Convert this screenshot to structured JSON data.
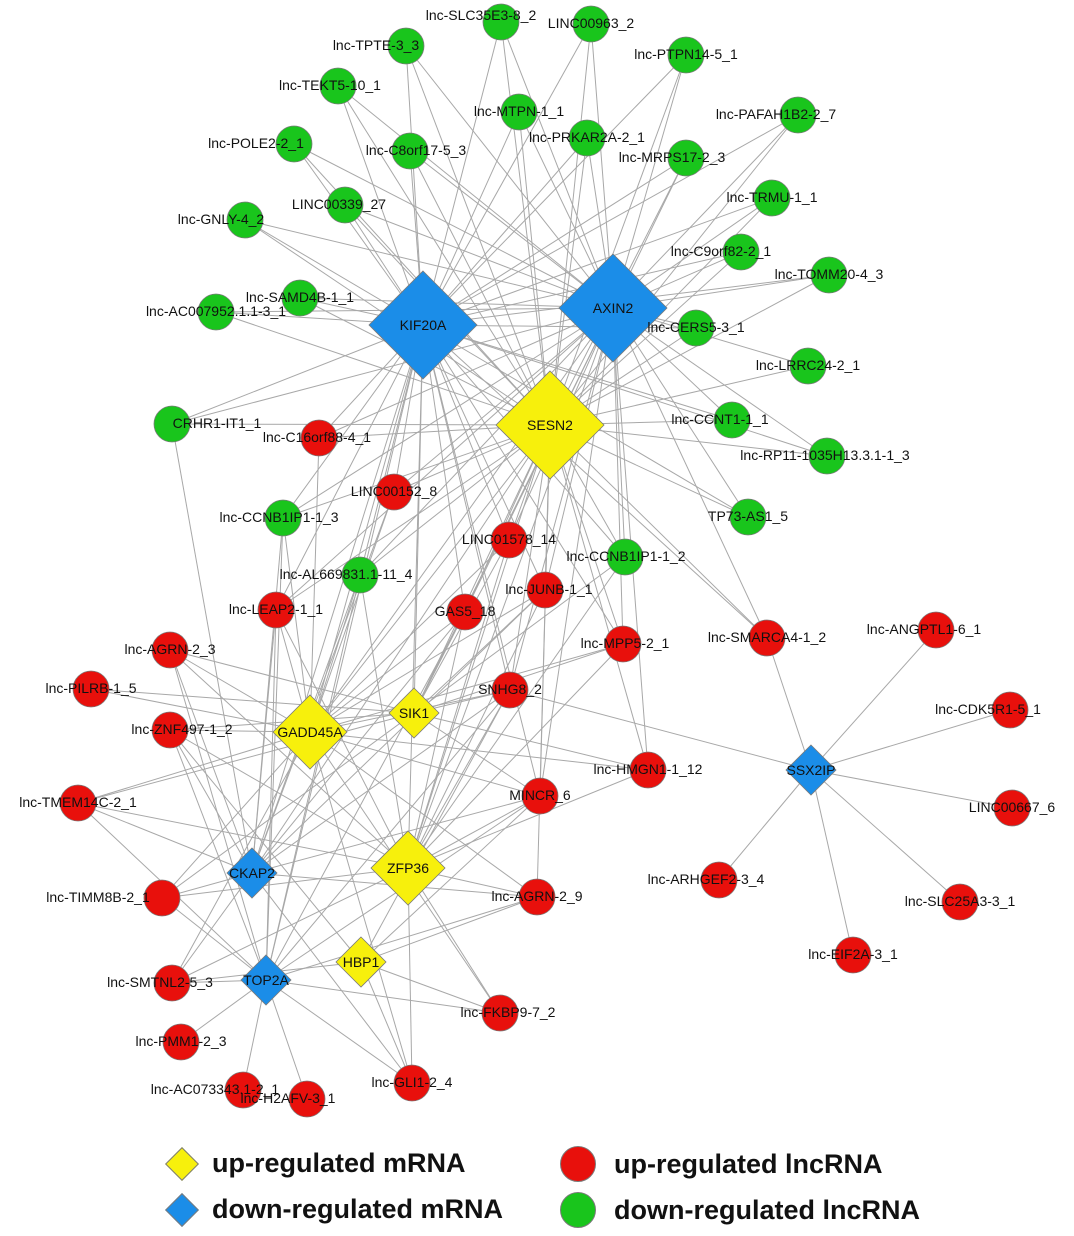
{
  "colors": {
    "up_mrna": "#f7f00c",
    "down_mrna": "#1b8de8",
    "up_lncrna": "#e8100c",
    "down_lncrna": "#19c51c",
    "edge": "#a8a8a8",
    "node_stroke": "#7a7a7a"
  },
  "legend": [
    {
      "label": "up-regulated mRNA",
      "shape": "diamond",
      "category": "up_mrna"
    },
    {
      "label": "up-regulated lncRNA",
      "shape": "circle",
      "category": "up_lncrna"
    },
    {
      "label": "down-regulated mRNA",
      "shape": "diamond",
      "category": "down_mrna"
    },
    {
      "label": "down-regulated lncRNA",
      "shape": "circle",
      "category": "down_lncrna"
    }
  ],
  "nodes": [
    {
      "id": "KIF20A",
      "label": "KIF20A",
      "type": "down_mrna",
      "shape": "diamond",
      "size": "large"
    },
    {
      "id": "AXIN2",
      "label": "AXIN2",
      "type": "down_mrna",
      "shape": "diamond",
      "size": "large"
    },
    {
      "id": "SESN2",
      "label": "SESN2",
      "type": "up_mrna",
      "shape": "diamond",
      "size": "large"
    },
    {
      "id": "GADD45A",
      "label": "GADD45A",
      "type": "up_mrna",
      "shape": "diamond",
      "size": "medium"
    },
    {
      "id": "SIK1",
      "label": "SIK1",
      "type": "up_mrna",
      "shape": "diamond",
      "size": "small"
    },
    {
      "id": "ZFP36",
      "label": "ZFP36",
      "type": "up_mrna",
      "shape": "diamond",
      "size": "medium"
    },
    {
      "id": "HBP1",
      "label": "HBP1",
      "type": "up_mrna",
      "shape": "diamond",
      "size": "small"
    },
    {
      "id": "CKAP2",
      "label": "CKAP2",
      "type": "down_mrna",
      "shape": "diamond",
      "size": "small"
    },
    {
      "id": "TOP2A",
      "label": "TOP2A",
      "type": "down_mrna",
      "shape": "diamond",
      "size": "small"
    },
    {
      "id": "SSX2IP",
      "label": "SSX2IP",
      "type": "down_mrna",
      "shape": "diamond",
      "size": "small"
    },
    {
      "id": "SLC35E3",
      "label": "lnc-SLC35E3-8_2",
      "type": "down_lncrna",
      "shape": "circle"
    },
    {
      "id": "LINC00963",
      "label": "LINC00963_2",
      "type": "down_lncrna",
      "shape": "circle"
    },
    {
      "id": "TPTE",
      "label": "lnc-TPTE-3_3",
      "type": "down_lncrna",
      "shape": "circle"
    },
    {
      "id": "PTPN14",
      "label": "lnc-PTPN14-5_1",
      "type": "down_lncrna",
      "shape": "circle"
    },
    {
      "id": "TEKT5",
      "label": "lnc-TEKT5-10_1",
      "type": "down_lncrna",
      "shape": "circle"
    },
    {
      "id": "MTPN",
      "label": "lnc-MTPN-1_1",
      "type": "down_lncrna",
      "shape": "circle"
    },
    {
      "id": "PAFAH1B2",
      "label": "lnc-PAFAH1B2-2_7",
      "type": "down_lncrna",
      "shape": "circle"
    },
    {
      "id": "PRKAR2A",
      "label": "lnc-PRKAR2A-2_1",
      "type": "down_lncrna",
      "shape": "circle"
    },
    {
      "id": "POLE2",
      "label": "lnc-POLE2-2_1",
      "type": "down_lncrna",
      "shape": "circle"
    },
    {
      "id": "C8orf17",
      "label": "lnc-C8orf17-5_3",
      "type": "down_lncrna",
      "shape": "circle"
    },
    {
      "id": "MRPS17",
      "label": "lnc-MRPS17-2_3",
      "type": "down_lncrna",
      "shape": "circle"
    },
    {
      "id": "LINC00339",
      "label": "LINC00339_27",
      "type": "down_lncrna",
      "shape": "circle"
    },
    {
      "id": "TRMU",
      "label": "lnc-TRMU-1_1",
      "type": "down_lncrna",
      "shape": "circle"
    },
    {
      "id": "GNLY",
      "label": "lnc-GNLY-4_2",
      "type": "down_lncrna",
      "shape": "circle"
    },
    {
      "id": "C9orf82",
      "label": "lnc-C9orf82-2_1",
      "type": "down_lncrna",
      "shape": "circle"
    },
    {
      "id": "TOMM20",
      "label": "lnc-TOMM20-4_3",
      "type": "down_lncrna",
      "shape": "circle"
    },
    {
      "id": "SAMD4B",
      "label": "lnc-SAMD4B-1_1",
      "type": "down_lncrna",
      "shape": "circle"
    },
    {
      "id": "AC007952",
      "label": "lnc-AC007952.1.1-3_1",
      "type": "down_lncrna",
      "shape": "circle"
    },
    {
      "id": "CERS5",
      "label": "lnc-CERS5-3_1",
      "type": "down_lncrna",
      "shape": "circle"
    },
    {
      "id": "LRRC24",
      "label": "lnc-LRRC24-2_1",
      "type": "down_lncrna",
      "shape": "circle"
    },
    {
      "id": "CRHR1",
      "label": "CRHR1-IT1_1",
      "type": "down_lncrna",
      "shape": "circle"
    },
    {
      "id": "CCNT1",
      "label": "lnc-CCNT1-1_1",
      "type": "down_lncrna",
      "shape": "circle"
    },
    {
      "id": "RP11",
      "label": "lnc-RP11-1035H13.3.1-1_3",
      "type": "down_lncrna",
      "shape": "circle"
    },
    {
      "id": "TP73AS1",
      "label": "TP73-AS1_5",
      "type": "down_lncrna",
      "shape": "circle"
    },
    {
      "id": "CCNB1IP1_3",
      "label": "lnc-CCNB1IP1-1_3",
      "type": "down_lncrna",
      "shape": "circle"
    },
    {
      "id": "AL669831",
      "label": "lnc-AL669831.1-11_4",
      "type": "down_lncrna",
      "shape": "circle"
    },
    {
      "id": "CCNB1IP1_2",
      "label": "lnc-CCNB1IP1-1_2",
      "type": "down_lncrna",
      "shape": "circle"
    },
    {
      "id": "C16orf88",
      "label": "lnc-C16orf88-4_1",
      "type": "up_lncrna",
      "shape": "circle"
    },
    {
      "id": "LINC00152",
      "label": "LINC00152_8",
      "type": "up_lncrna",
      "shape": "circle"
    },
    {
      "id": "LINC01578",
      "label": "LINC01578_14",
      "type": "up_lncrna",
      "shape": "circle"
    },
    {
      "id": "JUNB",
      "label": "lnc-JUNB-1_1",
      "type": "up_lncrna",
      "shape": "circle"
    },
    {
      "id": "LEAP2",
      "label": "lnc-LEAP2-1_1",
      "type": "up_lncrna",
      "shape": "circle"
    },
    {
      "id": "GAS5",
      "label": "GAS5_18",
      "type": "up_lncrna",
      "shape": "circle"
    },
    {
      "id": "MPP5",
      "label": "lnc-MPP5-2_1",
      "type": "up_lncrna",
      "shape": "circle"
    },
    {
      "id": "SMARCA4",
      "label": "lnc-SMARCA4-1_2",
      "type": "up_lncrna",
      "shape": "circle"
    },
    {
      "id": "AGRN23",
      "label": "lnc-AGRN-2_3",
      "type": "up_lncrna",
      "shape": "circle"
    },
    {
      "id": "ANGPTL1",
      "label": "lnc-ANGPTL1-6_1",
      "type": "up_lncrna",
      "shape": "circle"
    },
    {
      "id": "PILRB",
      "label": "lnc-PILRB-1_5",
      "type": "up_lncrna",
      "shape": "circle"
    },
    {
      "id": "SNHG8",
      "label": "SNHG8_2",
      "type": "up_lncrna",
      "shape": "circle"
    },
    {
      "id": "CDK5R1",
      "label": "lnc-CDK5R1-5_1",
      "type": "up_lncrna",
      "shape": "circle"
    },
    {
      "id": "ZNF497",
      "label": "lnc-ZNF497-1_2",
      "type": "up_lncrna",
      "shape": "circle"
    },
    {
      "id": "HMGN1",
      "label": "lnc-HMGN1-1_12",
      "type": "up_lncrna",
      "shape": "circle"
    },
    {
      "id": "TMEM14C",
      "label": "lnc-TMEM14C-2_1",
      "type": "up_lncrna",
      "shape": "circle"
    },
    {
      "id": "MINCR",
      "label": "MINCR_6",
      "type": "up_lncrna",
      "shape": "circle"
    },
    {
      "id": "LINC00667",
      "label": "LINC00667_6",
      "type": "up_lncrna",
      "shape": "circle"
    },
    {
      "id": "ARHGEF2",
      "label": "lnc-ARHGEF2-3_4",
      "type": "up_lncrna",
      "shape": "circle"
    },
    {
      "id": "TIMM8B",
      "label": "lnc-TIMM8B-2_1",
      "type": "up_lncrna",
      "shape": "circle"
    },
    {
      "id": "AGRN29",
      "label": "lnc-AGRN-2_9",
      "type": "up_lncrna",
      "shape": "circle"
    },
    {
      "id": "SLC25A3",
      "label": "lnc-SLC25A3-3_1",
      "type": "up_lncrna",
      "shape": "circle"
    },
    {
      "id": "EIF2A",
      "label": "lnc-EIF2A-3_1",
      "type": "up_lncrna",
      "shape": "circle"
    },
    {
      "id": "SMTNL2",
      "label": "lnc-SMTNL2-5_3",
      "type": "up_lncrna",
      "shape": "circle"
    },
    {
      "id": "FKBP9",
      "label": "lnc-FKBP9-7_2",
      "type": "up_lncrna",
      "shape": "circle"
    },
    {
      "id": "PMM1",
      "label": "lnc-PMM1-2_3",
      "type": "up_lncrna",
      "shape": "circle"
    },
    {
      "id": "GLI1",
      "label": "lnc-GLI1-2_4",
      "type": "up_lncrna",
      "shape": "circle"
    },
    {
      "id": "AC073343",
      "label": "lnc-AC073343.1-2_1",
      "type": "up_lncrna",
      "shape": "circle"
    },
    {
      "id": "H2AFV",
      "label": "lnc-H2AFV-3_1",
      "type": "up_lncrna",
      "shape": "circle"
    }
  ],
  "edges": [
    [
      "KIF20A",
      "SLC35E3"
    ],
    [
      "KIF20A",
      "TPTE"
    ],
    [
      "KIF20A",
      "TEKT5"
    ],
    [
      "KIF20A",
      "MTPN"
    ],
    [
      "KIF20A",
      "POLE2"
    ],
    [
      "KIF20A",
      "C8orf17"
    ],
    [
      "KIF20A",
      "LINC00339"
    ],
    [
      "KIF20A",
      "GNLY"
    ],
    [
      "KIF20A",
      "SAMD4B"
    ],
    [
      "KIF20A",
      "AC007952"
    ],
    [
      "KIF20A",
      "PRKAR2A"
    ],
    [
      "KIF20A",
      "MRPS17"
    ],
    [
      "KIF20A",
      "C9orf82"
    ],
    [
      "KIF20A",
      "TRMU"
    ],
    [
      "KIF20A",
      "CERS5"
    ],
    [
      "KIF20A",
      "CCNT1"
    ],
    [
      "KIF20A",
      "RP11"
    ],
    [
      "KIF20A",
      "TP73AS1"
    ],
    [
      "KIF20A",
      "CRHR1"
    ],
    [
      "KIF20A",
      "C16orf88"
    ],
    [
      "KIF20A",
      "LINC00152"
    ],
    [
      "KIF20A",
      "CCNB1IP1_3"
    ],
    [
      "KIF20A",
      "AL669831"
    ],
    [
      "KIF20A",
      "LINC01578"
    ],
    [
      "KIF20A",
      "LEAP2"
    ],
    [
      "KIF20A",
      "GAS5"
    ],
    [
      "KIF20A",
      "JUNB"
    ],
    [
      "KIF20A",
      "MPP5"
    ],
    [
      "KIF20A",
      "SMARCA4"
    ],
    [
      "KIF20A",
      "CCNB1IP1_2"
    ],
    [
      "KIF20A",
      "GADD45A"
    ],
    [
      "KIF20A",
      "SIK1"
    ],
    [
      "KIF20A",
      "SNHG8"
    ],
    [
      "KIF20A",
      "MINCR"
    ],
    [
      "KIF20A",
      "CKAP2"
    ],
    [
      "KIF20A",
      "TOP2A"
    ],
    [
      "KIF20A",
      "ZFP36"
    ],
    [
      "KIF20A",
      "LINC00963"
    ],
    [
      "KIF20A",
      "PTPN14"
    ],
    [
      "KIF20A",
      "PAFAH1B2"
    ],
    [
      "KIF20A",
      "TOMM20"
    ],
    [
      "AXIN2",
      "SLC35E3"
    ],
    [
      "AXIN2",
      "LINC00963"
    ],
    [
      "AXIN2",
      "TPTE"
    ],
    [
      "AXIN2",
      "PTPN14"
    ],
    [
      "AXIN2",
      "TEKT5"
    ],
    [
      "AXIN2",
      "MTPN"
    ],
    [
      "AXIN2",
      "PAFAH1B2"
    ],
    [
      "AXIN2",
      "PRKAR2A"
    ],
    [
      "AXIN2",
      "POLE2"
    ],
    [
      "AXIN2",
      "C8orf17"
    ],
    [
      "AXIN2",
      "MRPS17"
    ],
    [
      "AXIN2",
      "LINC00339"
    ],
    [
      "AXIN2",
      "TRMU"
    ],
    [
      "AXIN2",
      "GNLY"
    ],
    [
      "AXIN2",
      "C9orf82"
    ],
    [
      "AXIN2",
      "TOMM20"
    ],
    [
      "AXIN2",
      "SAMD4B"
    ],
    [
      "AXIN2",
      "AC007952"
    ],
    [
      "AXIN2",
      "CERS5"
    ],
    [
      "AXIN2",
      "LRRC24"
    ],
    [
      "AXIN2",
      "CCNT1"
    ],
    [
      "AXIN2",
      "RP11"
    ],
    [
      "AXIN2",
      "TP73AS1"
    ],
    [
      "AXIN2",
      "CRHR1"
    ],
    [
      "AXIN2",
      "C16orf88"
    ],
    [
      "AXIN2",
      "LINC00152"
    ],
    [
      "AXIN2",
      "CCNB1IP1_3"
    ],
    [
      "AXIN2",
      "AL669831"
    ],
    [
      "AXIN2",
      "LINC01578"
    ],
    [
      "AXIN2",
      "LEAP2"
    ],
    [
      "AXIN2",
      "GAS5"
    ],
    [
      "AXIN2",
      "JUNB"
    ],
    [
      "AXIN2",
      "CCNB1IP1_2"
    ],
    [
      "AXIN2",
      "MPP5"
    ],
    [
      "AXIN2",
      "SMARCA4"
    ],
    [
      "AXIN2",
      "GADD45A"
    ],
    [
      "AXIN2",
      "SIK1"
    ],
    [
      "AXIN2",
      "SNHG8"
    ],
    [
      "AXIN2",
      "HMGN1"
    ],
    [
      "AXIN2",
      "MINCR"
    ],
    [
      "AXIN2",
      "ZFP36"
    ],
    [
      "SESN2",
      "SLC35E3"
    ],
    [
      "SESN2",
      "LINC00963"
    ],
    [
      "SESN2",
      "TPTE"
    ],
    [
      "SESN2",
      "PTPN14"
    ],
    [
      "SESN2",
      "TEKT5"
    ],
    [
      "SESN2",
      "MTPN"
    ],
    [
      "SESN2",
      "PAFAH1B2"
    ],
    [
      "SESN2",
      "PRKAR2A"
    ],
    [
      "SESN2",
      "POLE2"
    ],
    [
      "SESN2",
      "C8orf17"
    ],
    [
      "SESN2",
      "MRPS17"
    ],
    [
      "SESN2",
      "LINC00339"
    ],
    [
      "SESN2",
      "TRMU"
    ],
    [
      "SESN2",
      "GNLY"
    ],
    [
      "SESN2",
      "C9orf82"
    ],
    [
      "SESN2",
      "TOMM20"
    ],
    [
      "SESN2",
      "SAMD4B"
    ],
    [
      "SESN2",
      "AC007952"
    ],
    [
      "SESN2",
      "CERS5"
    ],
    [
      "SESN2",
      "LRRC24"
    ],
    [
      "SESN2",
      "CCNT1"
    ],
    [
      "SESN2",
      "RP11"
    ],
    [
      "SESN2",
      "TP73AS1"
    ],
    [
      "SESN2",
      "CRHR1"
    ],
    [
      "SESN2",
      "C16orf88"
    ],
    [
      "SESN2",
      "LINC00152"
    ],
    [
      "SESN2",
      "CCNB1IP1_3"
    ],
    [
      "SESN2",
      "AL669831"
    ],
    [
      "SESN2",
      "LINC01578"
    ],
    [
      "SESN2",
      "LEAP2"
    ],
    [
      "SESN2",
      "GAS5"
    ],
    [
      "SESN2",
      "JUNB"
    ],
    [
      "SESN2",
      "CCNB1IP1_2"
    ],
    [
      "SESN2",
      "MPP5"
    ],
    [
      "SESN2",
      "SMARCA4"
    ],
    [
      "SESN2",
      "SNHG8"
    ],
    [
      "SESN2",
      "MINCR"
    ],
    [
      "SESN2",
      "AGRN29"
    ],
    [
      "SESN2",
      "GADD45A"
    ],
    [
      "SESN2",
      "SIK1"
    ],
    [
      "SESN2",
      "HMGN1"
    ],
    [
      "SESN2",
      "ZFP36"
    ],
    [
      "SESN2",
      "CKAP2"
    ],
    [
      "GADD45A",
      "AGRN23"
    ],
    [
      "GADD45A",
      "PILRB"
    ],
    [
      "GADD45A",
      "ZNF497"
    ],
    [
      "GADD45A",
      "TMEM14C"
    ],
    [
      "GADD45A",
      "TIMM8B"
    ],
    [
      "GADD45A",
      "SMTNL2"
    ],
    [
      "GADD45A",
      "LEAP2"
    ],
    [
      "GADD45A",
      "GAS5"
    ],
    [
      "GADD45A",
      "JUNB"
    ],
    [
      "GADD45A",
      "SNHG8"
    ],
    [
      "GADD45A",
      "MPP5"
    ],
    [
      "GADD45A",
      "MINCR"
    ],
    [
      "GADD45A",
      "HMGN1"
    ],
    [
      "GADD45A",
      "AGRN29"
    ],
    [
      "GADD45A",
      "FKBP9"
    ],
    [
      "GADD45A",
      "GLI1"
    ],
    [
      "GADD45A",
      "LINC01578"
    ],
    [
      "GADD45A",
      "LINC00152"
    ],
    [
      "GADD45A",
      "C16orf88"
    ],
    [
      "GADD45A",
      "AL669831"
    ],
    [
      "GADD45A",
      "CCNB1IP1_3"
    ],
    [
      "SIK1",
      "AGRN23"
    ],
    [
      "SIK1",
      "PILRB"
    ],
    [
      "SIK1",
      "ZNF497"
    ],
    [
      "SIK1",
      "JUNB"
    ],
    [
      "SIK1",
      "SNHG8"
    ],
    [
      "SIK1",
      "MPP5"
    ],
    [
      "SIK1",
      "MINCR"
    ],
    [
      "SIK1",
      "TIMM8B"
    ],
    [
      "SIK1",
      "HMGN1"
    ],
    [
      "SIK1",
      "GAS5"
    ],
    [
      "SIK1",
      "LINC01578"
    ],
    [
      "SIK1",
      "CCNB1IP1_2"
    ],
    [
      "SIK1",
      "TMEM14C"
    ],
    [
      "ZFP36",
      "AGRN23"
    ],
    [
      "ZFP36",
      "ZNF497"
    ],
    [
      "ZFP36",
      "TMEM14C"
    ],
    [
      "ZFP36",
      "TIMM8B"
    ],
    [
      "ZFP36",
      "SMTNL2"
    ],
    [
      "ZFP36",
      "LEAP2"
    ],
    [
      "ZFP36",
      "GAS5"
    ],
    [
      "ZFP36",
      "JUNB"
    ],
    [
      "ZFP36",
      "SNHG8"
    ],
    [
      "ZFP36",
      "MINCR"
    ],
    [
      "ZFP36",
      "AGRN29"
    ],
    [
      "ZFP36",
      "FKBP9"
    ],
    [
      "ZFP36",
      "GLI1"
    ],
    [
      "ZFP36",
      "HMGN1"
    ],
    [
      "ZFP36",
      "MPP5"
    ],
    [
      "ZFP36",
      "CCNB1IP1_2"
    ],
    [
      "ZFP36",
      "AL669831"
    ],
    [
      "ZFP36",
      "LINC01578"
    ],
    [
      "HBP1",
      "MINCR"
    ],
    [
      "HBP1",
      "AGRN29"
    ],
    [
      "HBP1",
      "SMTNL2"
    ],
    [
      "HBP1",
      "GLI1"
    ],
    [
      "HBP1",
      "FKBP9"
    ],
    [
      "HBP1",
      "SNHG8"
    ],
    [
      "HBP1",
      "ZNF497"
    ],
    [
      "CKAP2",
      "AGRN23"
    ],
    [
      "CKAP2",
      "ZNF497"
    ],
    [
      "CKAP2",
      "TMEM14C"
    ],
    [
      "CKAP2",
      "TIMM8B"
    ],
    [
      "CKAP2",
      "SMTNL2"
    ],
    [
      "CKAP2",
      "LEAP2"
    ],
    [
      "CKAP2",
      "GAS5"
    ],
    [
      "CKAP2",
      "JUNB"
    ],
    [
      "CKAP2",
      "SNHG8"
    ],
    [
      "CKAP2",
      "AGRN29"
    ],
    [
      "CKAP2",
      "GLI1"
    ],
    [
      "CKAP2",
      "CRHR1"
    ],
    [
      "CKAP2",
      "AL669831"
    ],
    [
      "CKAP2",
      "CCNB1IP1_3"
    ],
    [
      "CKAP2",
      "LINC00152"
    ],
    [
      "CKAP2",
      "MINCR"
    ],
    [
      "TOP2A",
      "AGRN23"
    ],
    [
      "TOP2A",
      "ZNF497"
    ],
    [
      "TOP2A",
      "TMEM14C"
    ],
    [
      "TOP2A",
      "TIMM8B"
    ],
    [
      "TOP2A",
      "SMTNL2"
    ],
    [
      "TOP2A",
      "PMM1"
    ],
    [
      "TOP2A",
      "AC073343"
    ],
    [
      "TOP2A",
      "H2AFV"
    ],
    [
      "TOP2A",
      "GLI1"
    ],
    [
      "TOP2A",
      "FKBP9"
    ],
    [
      "TOP2A",
      "MINCR"
    ],
    [
      "TOP2A",
      "SNHG8"
    ],
    [
      "TOP2A",
      "LEAP2"
    ],
    [
      "TOP2A",
      "AL669831"
    ],
    [
      "TOP2A",
      "GAS5"
    ],
    [
      "TOP2A",
      "CCNB1IP1_3"
    ],
    [
      "TOP2A",
      "AGRN29"
    ],
    [
      "SSX2IP",
      "ANGPTL1"
    ],
    [
      "SSX2IP",
      "CDK5R1"
    ],
    [
      "SSX2IP",
      "LINC00667"
    ],
    [
      "SSX2IP",
      "SLC25A3"
    ],
    [
      "SSX2IP",
      "EIF2A"
    ],
    [
      "SSX2IP",
      "ARHGEF2"
    ],
    [
      "SSX2IP",
      "SMARCA4"
    ],
    [
      "SSX2IP",
      "SNHG8"
    ]
  ]
}
